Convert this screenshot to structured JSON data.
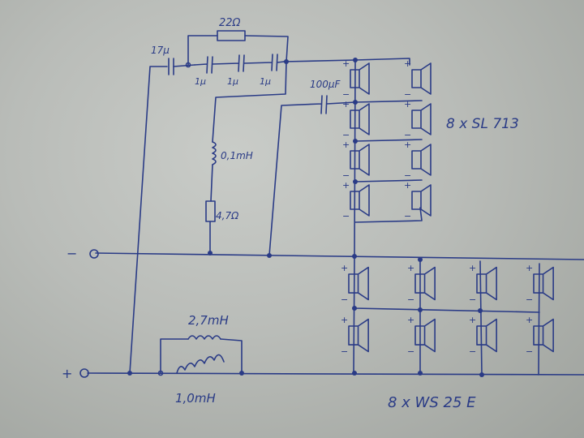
{
  "diagram": {
    "type": "hand-drawn loudspeaker crossover schematic",
    "terminals": {
      "negative": "−",
      "positive": "+"
    },
    "high_pass": {
      "series_cap": "17µ",
      "cap_chain": [
        "1µ",
        "1µ",
        "1µ"
      ],
      "bypass_resistor": "22Ω",
      "coupling_cap": "100µF",
      "notch_inductor": "0,1mH",
      "notch_resistor": "4,7Ω"
    },
    "low_pass": {
      "inductor_top": "2,7mH",
      "inductor_bottom": "1,0mH"
    },
    "tweeter_array": {
      "label": "8 x SL 713",
      "count": 8,
      "pol_plus": "+",
      "pol_minus": "−"
    },
    "woofer_array": {
      "label": "8 x WS 25 E",
      "count": 8
    }
  }
}
